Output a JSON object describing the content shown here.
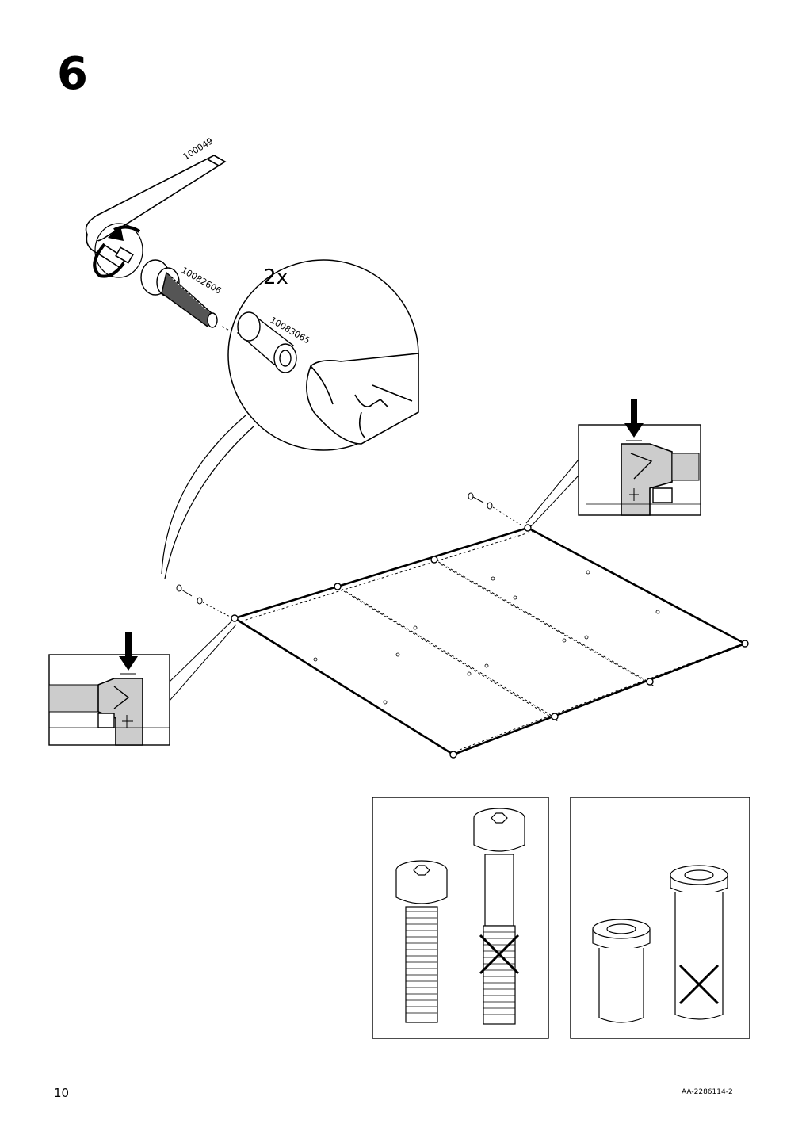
{
  "step": {
    "number": "6"
  },
  "parts": {
    "allen_key_id": "100049",
    "bolt_id": "10082606",
    "sleeve_id": "10083065",
    "quantity": "2x"
  },
  "footer": {
    "page_number": "10",
    "document_code": "AA-2286114-2"
  },
  "colors": {
    "line": "#000000",
    "fill_gray": "#cccccc",
    "paper": "#ffffff"
  },
  "icons": [
    "allen-key-icon",
    "rotate-arrow-icon",
    "bolt-icon",
    "sleeve-icon",
    "down-arrow-icon",
    "cross-icon"
  ]
}
